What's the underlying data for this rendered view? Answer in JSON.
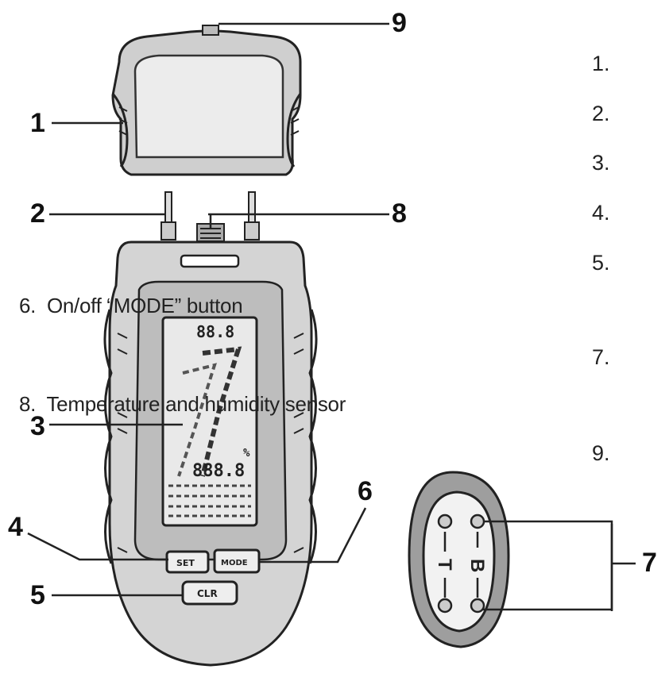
{
  "callouts": {
    "c1": "1",
    "c2": "2",
    "c3": "3",
    "c4": "4",
    "c5": "5",
    "c6": "6",
    "c7": "7",
    "c8": "8",
    "c9": "9"
  },
  "legend": {
    "items": [
      {
        "num": "1.",
        "text": ""
      },
      {
        "num": "2.",
        "text": ""
      },
      {
        "num": "3.",
        "text": ""
      },
      {
        "num": "4.",
        "text": ""
      },
      {
        "num": "5.",
        "text": ""
      },
      {
        "num": "6.",
        "text": "On/off “MODE” button"
      },
      {
        "num": "7.",
        "text": ""
      },
      {
        "num": "8.",
        "text": "Temperature and humidity sensor"
      },
      {
        "num": "9.",
        "text": ""
      }
    ]
  },
  "device": {
    "lcd_top_value": "88.8",
    "lcd_bottom_value": "888.8",
    "lcd_percent": "%",
    "button_left": "SET",
    "button_right": "MODE",
    "button_bottom": "CLR"
  },
  "probe_end": {
    "label_top": "T",
    "label_bottom": "B"
  }
}
